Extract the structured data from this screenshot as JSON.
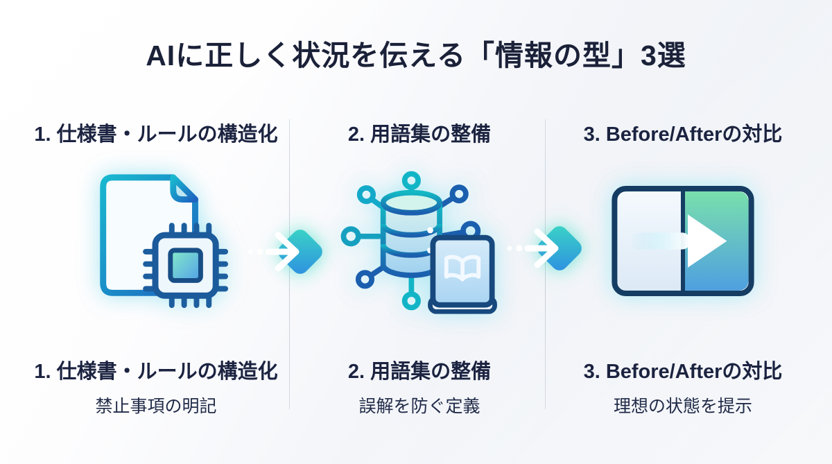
{
  "title": "AIに正しく状況を伝える「情報の型」3選",
  "palette": {
    "text_navy": "#1a2138",
    "teal": "#2ed0c6",
    "blue": "#2e8ee2",
    "green": "#79dfad",
    "divider_gray": "#c9cfd9"
  },
  "flow_arrows": [
    {
      "icon": "chevron-right-arrow"
    },
    {
      "icon": "chevron-right-arrow"
    }
  ],
  "columns": [
    {
      "heading": "1. 仕様書・ルールの構造化",
      "icon": "document-chip",
      "caption": "1. 仕様書・ルールの構造化",
      "subcaption": "禁止事項の明記"
    },
    {
      "heading": "2. 用語集の整備",
      "icon": "database-network-book",
      "caption": "2. 用語集の整備",
      "subcaption": "誤解を防ぐ定義"
    },
    {
      "heading": "3. Before/Afterの対比",
      "icon": "before-after-panel",
      "caption": "3. Before/Afterの対比",
      "subcaption": "理想の状態を提示"
    }
  ]
}
